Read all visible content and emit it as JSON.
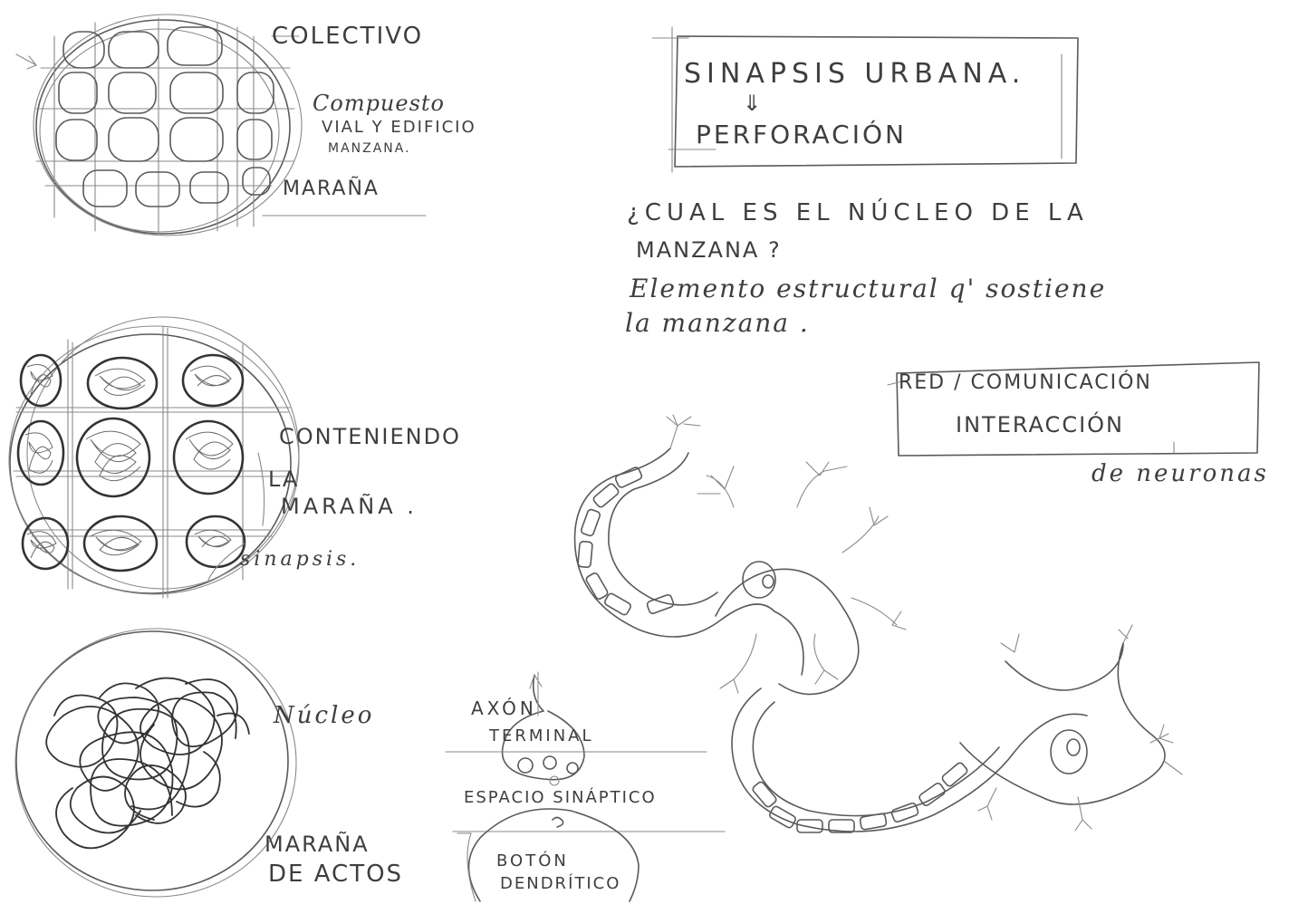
{
  "labels": {
    "colectivo": "COLECTIVO",
    "compuesto_1": "Compuesto",
    "compuesto_2": "VIAL Y EDIFICIO",
    "compuesto_3": "MANZANA.",
    "marana_top": "MARAÑA",
    "title": "SINAPSIS URBANA.",
    "arrow": "⇓",
    "perforacion": "PERFORACIÓN",
    "question_1": "¿CUAL ES EL NÚCLEO DE LA",
    "question_2": "MANZANA ?",
    "answer_1": "Elemento estructural q' sostiene",
    "answer_2": "la manzana .",
    "red_1": "RED / COMUNICACIÓN",
    "red_2": "INTERACCIÓN",
    "red_3": "de neuronas",
    "conteniendo_1": "CONTENIENDO",
    "conteniendo_2": "LA",
    "conteniendo_3": "MARAÑA .",
    "sinapsis_small": "sinapsis.",
    "nucleo": "Núcleo",
    "marana_actos_1": "MARAÑA",
    "marana_actos_2": "DE ACTOS",
    "axon_1": "AXÓN",
    "axon_2": "TERMINAL",
    "espacio": "ESPACIO SINÁPTICO",
    "boton_1": "BOTÓN",
    "boton_2": "DENDRÍTICO"
  },
  "colors": {
    "pencil": "#3e3e3e",
    "paper": "#ffffff"
  }
}
